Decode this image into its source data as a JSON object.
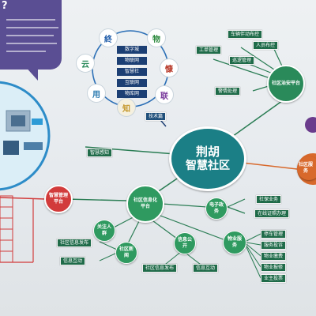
{
  "board": {
    "question_mark": "?",
    "center_title_line1": "荆胡",
    "center_title_line2": "智慧社区"
  },
  "ring": {
    "nodes": [
      "終",
      "物",
      "慷",
      "联",
      "知",
      "用",
      "云"
    ],
    "inner_items": [
      "数字城",
      "物联网",
      "智慧社",
      "互联网",
      "物库网"
    ],
    "footer": "技术篇"
  },
  "community_security": {
    "title": "社区治安平台",
    "items": [
      "人员布控",
      "车辆伴动布控",
      "工单管理",
      "巡逻管理",
      "警情处理"
    ]
  },
  "smart_management": {
    "title": "智慧管理平台"
  },
  "left_link": {
    "label": "智慧感知"
  },
  "community_service": {
    "title": "社区信息化平台",
    "electronic": "电子政务",
    "electronic_items": [
      "社保业务",
      "在线证照办理"
    ],
    "resident_care": "关注人群",
    "community_news": "社区新闻",
    "community_news_items": [
      "社区信息发布",
      "信息互动"
    ],
    "info_publish": "信息公开",
    "info_publish_items": [
      "社区信息发布",
      "信息互动"
    ],
    "property": "物业服务",
    "property_items": [
      "停车管理",
      "服务投诉",
      "物业缴费",
      "物业报修",
      "业主投票"
    ]
  },
  "right_edge": {
    "label": "社区服务"
  },
  "colors": {
    "center": "#1b7f86",
    "security": "#2a8a5a",
    "management": "#d23b3b",
    "service": "#2f9a60",
    "box_green": "#1f6b49",
    "box_blue": "#1f4f7a",
    "right_orange": "#d8692c",
    "right_purple": "#6a3c8c",
    "bubble": "#5a4e93"
  }
}
